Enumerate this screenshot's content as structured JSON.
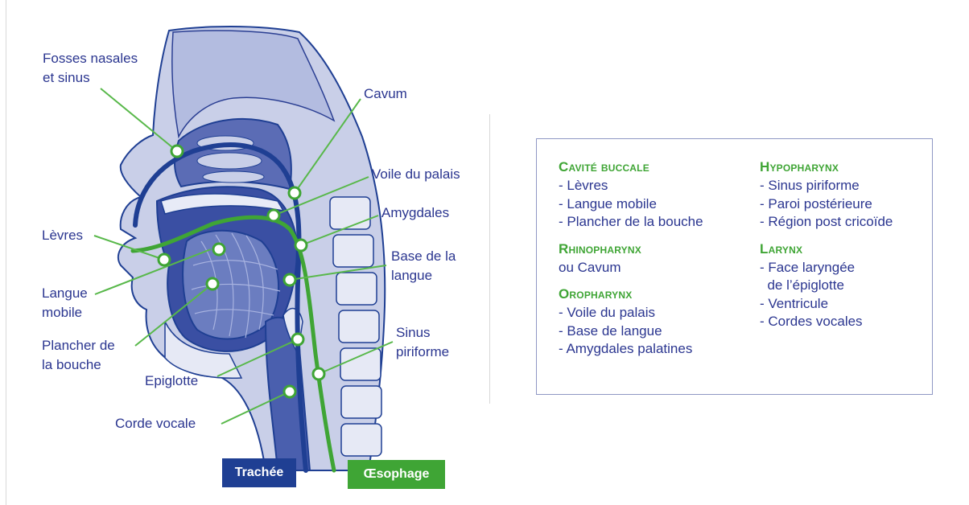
{
  "labels": {
    "fosses": [
      "Fosses nasales",
      "et sinus"
    ],
    "cavum": "Cavum",
    "voile": "Voile du palais",
    "amygdales": "Amygdales",
    "base": [
      "Base de la",
      "langue"
    ],
    "levres": "Lèvres",
    "langue": [
      "Langue",
      "mobile"
    ],
    "plancher": [
      "Plancher de",
      "la bouche"
    ],
    "epiglotte": "Epiglotte",
    "sinus": [
      "Sinus",
      "piriforme"
    ],
    "corde": "Corde vocale"
  },
  "tags": {
    "trachee": "Trachée",
    "oesophage": "Œsophage"
  },
  "colors": {
    "dark_blue": "#1f3f93",
    "mid_blue": "#4a5fae",
    "light_blue": "#c9cfe8",
    "green": "#3fa535",
    "line_green": "#58b84a"
  },
  "legend": {
    "cavite": {
      "title": "Cavité buccale",
      "items": [
        "- Lèvres",
        "- Langue mobile",
        "- Plancher de la bouche"
      ]
    },
    "rhino": {
      "title": "Rhinopharynx",
      "items": [
        "ou Cavum"
      ]
    },
    "oro": {
      "title": "Oropharynx",
      "items": [
        "- Voile du palais",
        "- Base de langue",
        "- Amygdales palatines"
      ]
    },
    "hypo": {
      "title": "Hypopharynx",
      "items": [
        "- Sinus piriforme",
        "- Paroi postérieure",
        "- Région post cricoïde"
      ]
    },
    "larynx": {
      "title": "Larynx",
      "items": [
        "- Face laryngée",
        "  de l’épiglotte",
        "- Ventricule",
        "- Cordes vocales"
      ]
    }
  }
}
